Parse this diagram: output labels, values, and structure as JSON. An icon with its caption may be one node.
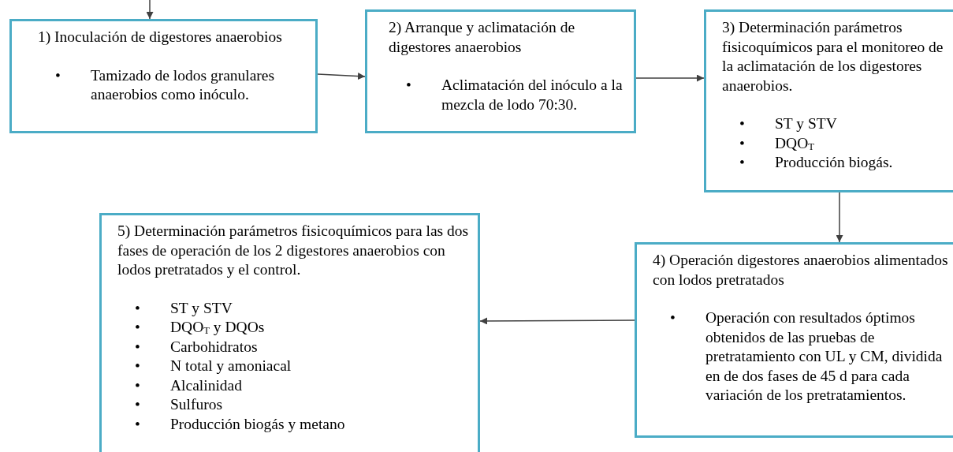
{
  "diagram": {
    "nodes": [
      {
        "text": [
          "1) Inoculación de digestores anaerobios",
          "•",
          "Tamizado de lodos granulares anaerobios como inóculo."
        ]
      },
      {
        "text": [
          "2) Arranque y aclimatación de digestores anaerobios",
          "•",
          "Aclimatación del inóculo a la mezcla de lodo 70:30."
        ]
      },
      {
        "text": [
          "3) Determinación parámetros fisicoquímicos para el monitoreo de la aclimatación de los digestores anaerobios.",
          "•",
          "ST y STV",
          "•",
          "DQO$_{T}$",
          "•",
          "Producción biogás."
        ]
      },
      {
        "text": [
          "4) Operación digestores anaerobios alimentados con lodos pretratados",
          "•",
          "Operación con resultados óptimos obtenidos de las pruebas de pretratamiento con UL y CM, dividida en de dos fases de 45 d para cada variación de los pretratamientos."
        ]
      },
      {
        "text": [
          "5) Determinación parámetros fisicoquímicos para las dos fases de operación de los 2 digestores anaerobios con lodos pretratados y el control.",
          "•",
          "ST y STV",
          "•",
          "DQO$_{T}$ y DQOs",
          "•",
          "Carbohidratos",
          "•",
          "N total y amoniacal",
          "•",
          "Alcalinidad",
          "•",
          "Sulfuros",
          "•",
          "Producción biogás y metano"
        ]
      }
    ],
    "edges": [
      {
        "from": null,
        "to": 0,
        "arrow": "to"
      },
      {
        "from": 0,
        "to": 1,
        "arrow": "to"
      },
      {
        "from": 1,
        "to": 2,
        "arrow": "to"
      },
      {
        "from": 2,
        "to": 3,
        "arrow": "to"
      },
      {
        "from": 3,
        "to": 4,
        "arrow": "to"
      }
    ]
  }
}
